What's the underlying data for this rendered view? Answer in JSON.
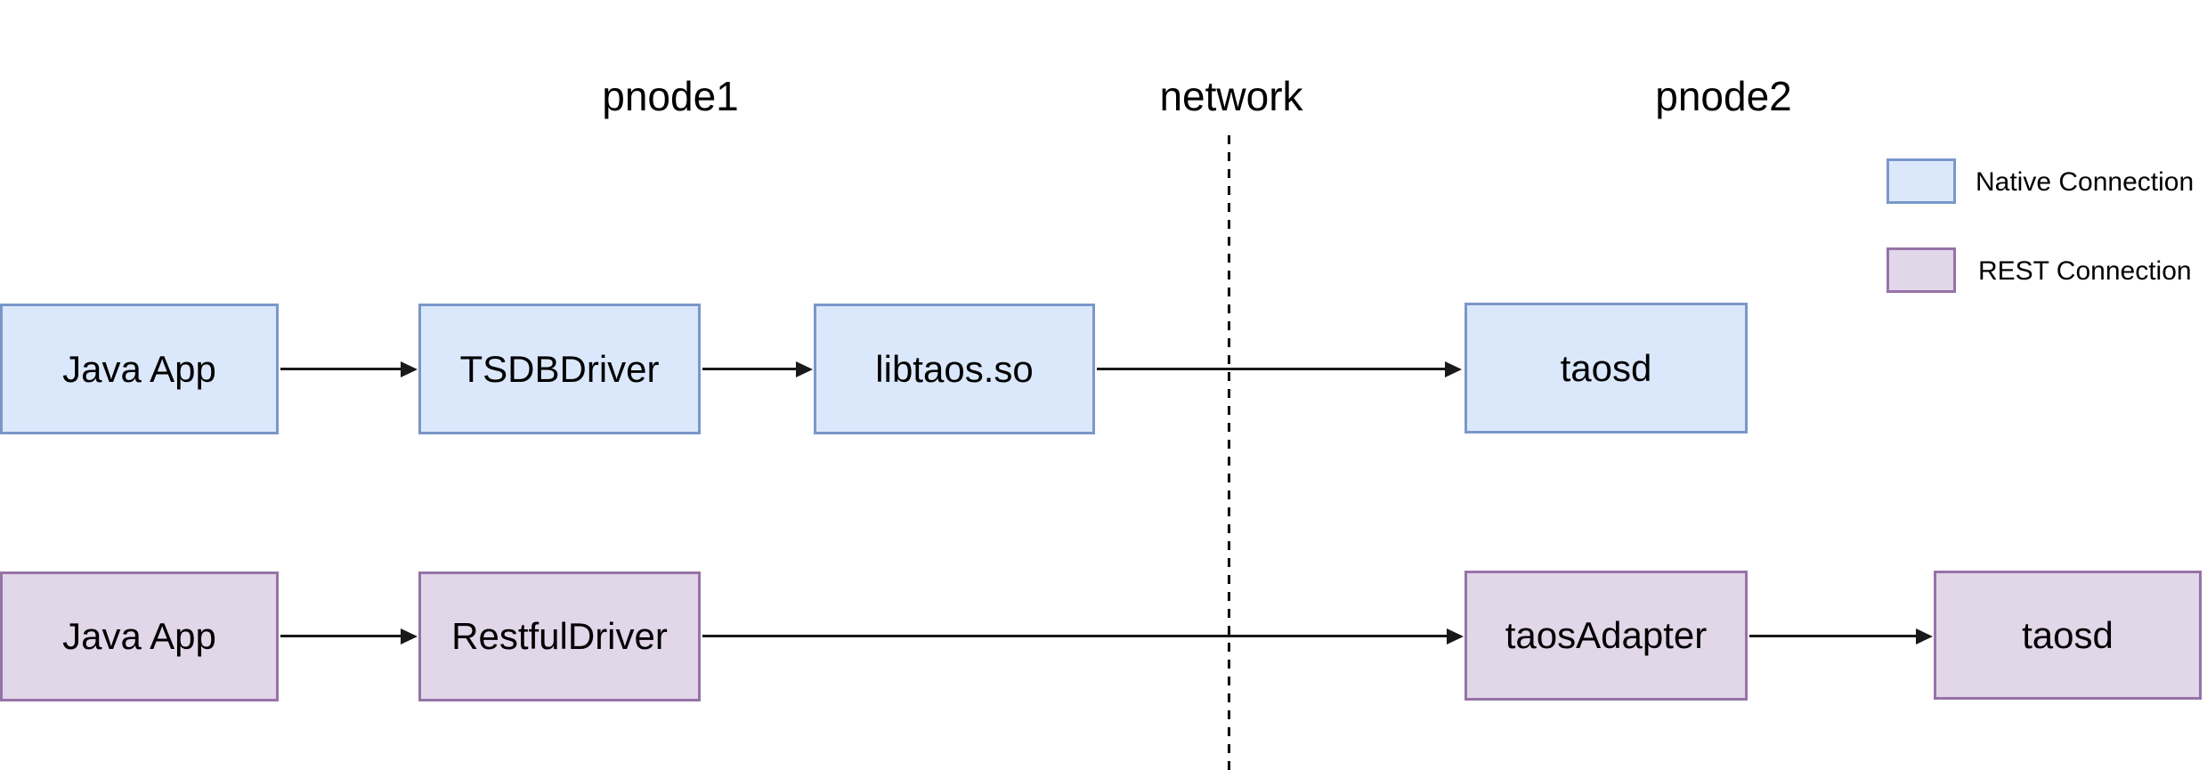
{
  "diagram": {
    "titles": {
      "pnode1": "pnode1",
      "network": "network",
      "pnode2": "pnode2"
    },
    "native_flow": {
      "nodes": {
        "app": "Java App",
        "driver": "TSDBDriver",
        "lib": "libtaos.so",
        "server": "taosd"
      }
    },
    "rest_flow": {
      "nodes": {
        "app": "Java App",
        "driver": "RestfulDriver",
        "adapter": "taosAdapter",
        "server": "taosd"
      }
    },
    "legend": {
      "native_label": "Native Connection",
      "rest_label": "REST Connection"
    },
    "colors": {
      "native_fill": "#dbe8fc",
      "native_border": "#7b97c9",
      "rest_fill": "#e2d6e9",
      "rest_border": "#9673a6",
      "arrow": "#191919",
      "text": "#000000"
    }
  }
}
